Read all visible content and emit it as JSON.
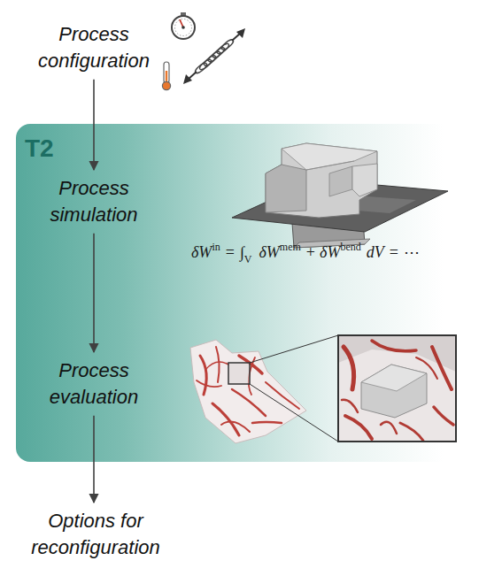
{
  "diagram": {
    "nodes": [
      {
        "text": [
          "Process configuration"
        ]
      },
      {
        "text": [
          "T2"
        ]
      },
      {
        "text": [
          "Process simulation"
        ],
        "in": 1
      },
      {
        "text": [
          "Process evaluation"
        ],
        "in": 1
      },
      {
        "text": [
          "Options for reconfiguration"
        ]
      }
    ],
    "edges": [
      {
        "from": 0,
        "to": 2,
        "arrow": "to"
      },
      {
        "from": 2,
        "to": 3,
        "arrow": "to"
      },
      {
        "from": 3,
        "to": 4,
        "arrow": "to"
      }
    ],
    "labels": [
      "δW",
      "in",
      "=",
      "∫",
      "V",
      "δW",
      "mem",
      "+",
      "δW",
      "bend",
      "dV",
      "=",
      "⋯"
    ]
  }
}
